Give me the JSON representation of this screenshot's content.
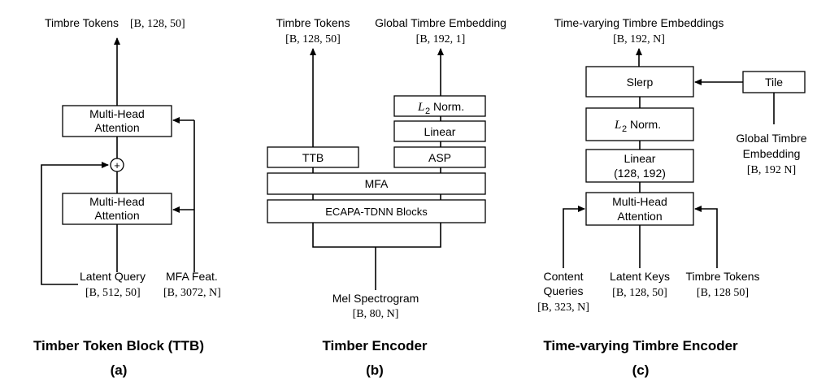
{
  "panel_a": {
    "output_label": "Timbre Tokens",
    "output_shape": "[B, 128, 50]",
    "mha_top": [
      "Multi-Head",
      "Attention"
    ],
    "mha_bottom": [
      "Multi-Head",
      "Attention"
    ],
    "add_symbol": "+",
    "latent_query": "Latent Query",
    "latent_query_shape": "[B, 512, 50]",
    "mfa_feat": "MFA Feat.",
    "mfa_feat_shape": "[B, 3072, N]",
    "caption": "Timber Token Block (TTB)",
    "letter": "(a)"
  },
  "panel_b": {
    "out_tokens": "Timbre Tokens",
    "out_tokens_shape": "[B, 128, 50]",
    "out_global": "Global Timbre Embedding",
    "out_global_shape": "[B, 192, 1]",
    "l2_letter": "L",
    "l2_sub": "2",
    "l2_norm": "Norm.",
    "linear": "Linear",
    "asp": "ASP",
    "ttb": "TTB",
    "mfa": "MFA",
    "ecapa": "ECAPA-TDNN Blocks",
    "input": "Mel Spectrogram",
    "input_shape": "[B, 80, N]",
    "caption": "Timber Encoder",
    "letter": "(b)"
  },
  "panel_c": {
    "output_label": "Time-varying Timbre Embeddings",
    "output_shape": "[B, 192, N]",
    "slerp": "Slerp",
    "tile": "Tile",
    "l2_letter": "L",
    "l2_sub": "2",
    "l2_norm": "Norm.",
    "linear": [
      "Linear",
      "(128, 192)"
    ],
    "mha": [
      "Multi-Head",
      "Attention"
    ],
    "global_timbre": [
      "Global Timbre",
      "Embedding"
    ],
    "global_timbre_shape": "[B, 192 N]",
    "content_queries": [
      "Content",
      "Queries"
    ],
    "content_queries_shape": "[B, 323, N]",
    "latent_keys": "Latent Keys",
    "latent_keys_shape": "[B, 128, 50]",
    "timbre_tokens": "Timbre Tokens",
    "timbre_tokens_shape": "[B, 128 50]",
    "caption": "Time-varying Timbre Encoder",
    "letter": "(c)"
  }
}
